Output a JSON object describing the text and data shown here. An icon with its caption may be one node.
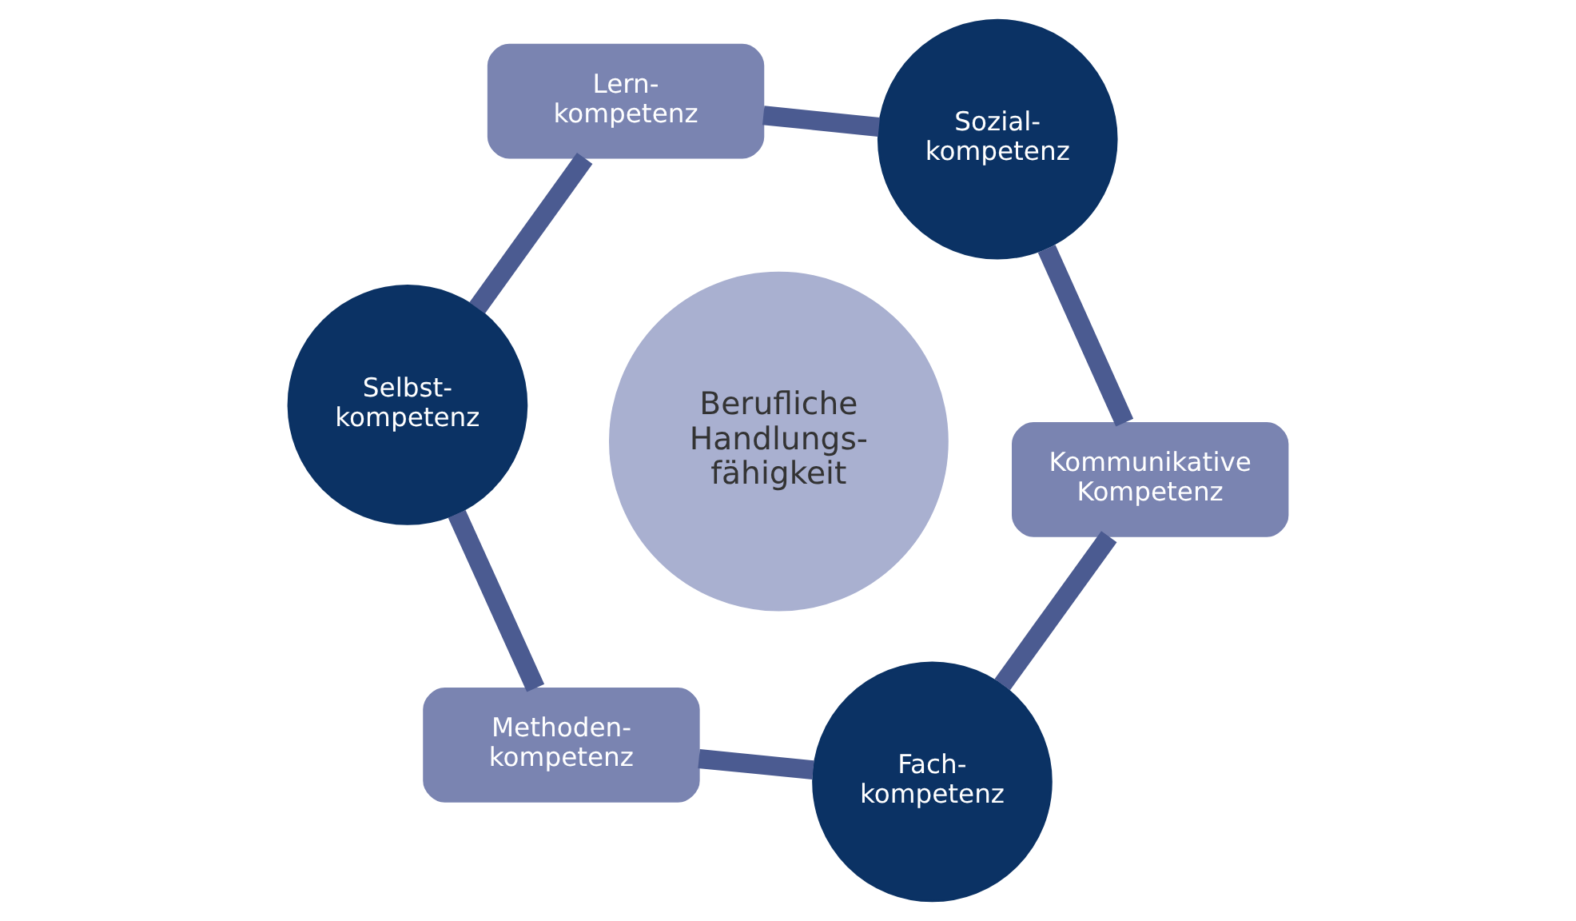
{
  "diagram": {
    "nodes": [
      {
        "text": [
          "Fach- kompetenz"
        ]
      },
      {
        "text": [
          "Methoden- kompetenz"
        ]
      },
      {
        "text": [
          "Kommunikative Kompetenz"
        ]
      },
      {
        "text": [
          "Berufliche Handlungs- fähigkeit"
        ]
      },
      {
        "text": [
          "Selbst- kompetenz"
        ]
      },
      {
        "text": [
          "Sozial- kompetenz"
        ]
      },
      {
        "text": [
          "Lern- kompetenz"
        ]
      }
    ],
    "edges": [
      {
        "from": 0,
        "to": 2,
        "arrow": "none"
      },
      {
        "from": 2,
        "to": 5,
        "arrow": "none"
      },
      {
        "from": 5,
        "to": 6,
        "arrow": "none"
      },
      {
        "from": 6,
        "to": 4,
        "arrow": "none"
      },
      {
        "from": 4,
        "to": 1,
        "arrow": "none"
      },
      {
        "from": 1,
        "to": 0,
        "arrow": "none"
      }
    ]
  }
}
